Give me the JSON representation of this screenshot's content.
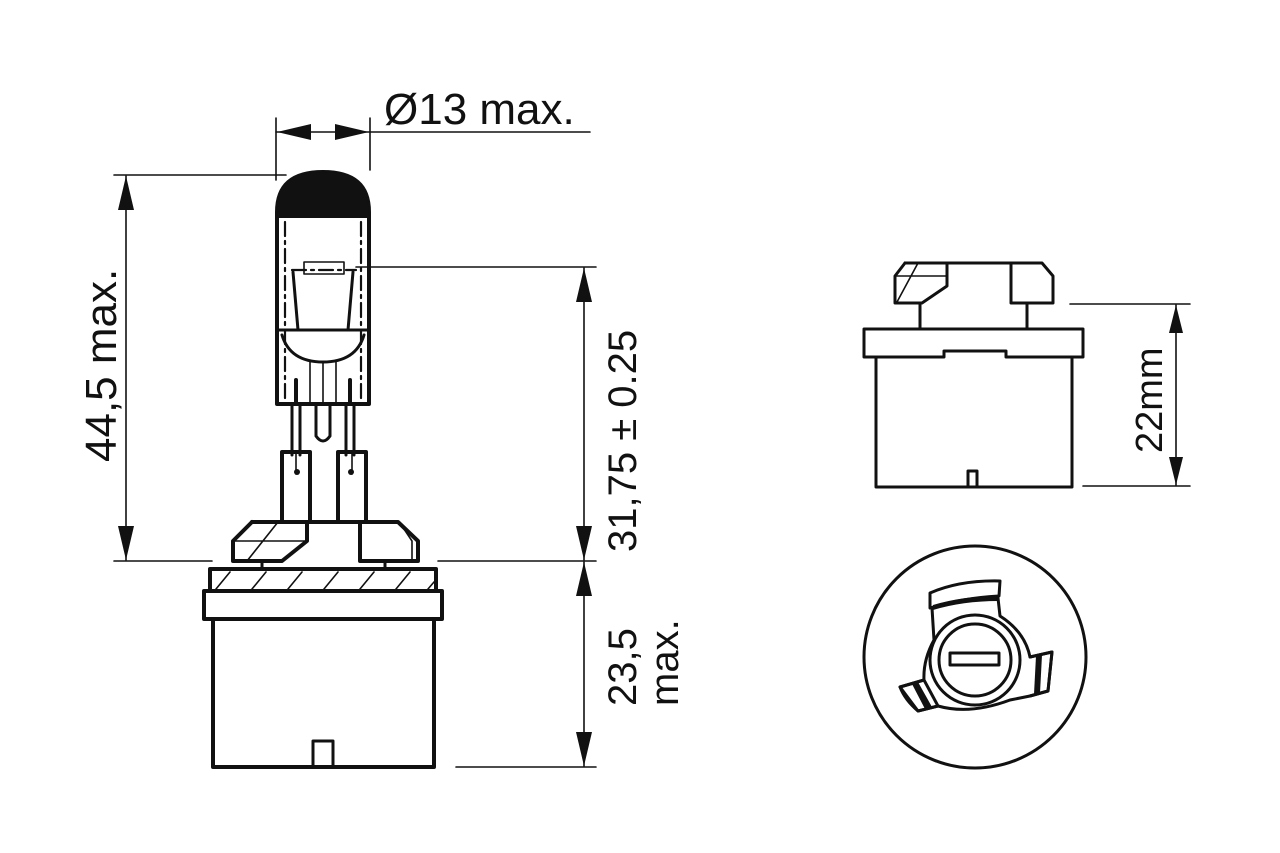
{
  "diagram": {
    "title": "Bulb dimension drawing",
    "colors": {
      "line": "#111111",
      "background": "#ffffff"
    },
    "dimensions": {
      "diameter": "Ø13 max.",
      "overall_height": "44,5 max.",
      "light_center": "31,75 ± 0.25",
      "base_height_value": "23,5",
      "base_height_suffix": "max.",
      "socket_height": "22mm"
    },
    "views": [
      {
        "name": "side-view-bulb",
        "label": ""
      },
      {
        "name": "side-view-base",
        "label": ""
      },
      {
        "name": "bottom-view-base",
        "label": ""
      }
    ]
  }
}
